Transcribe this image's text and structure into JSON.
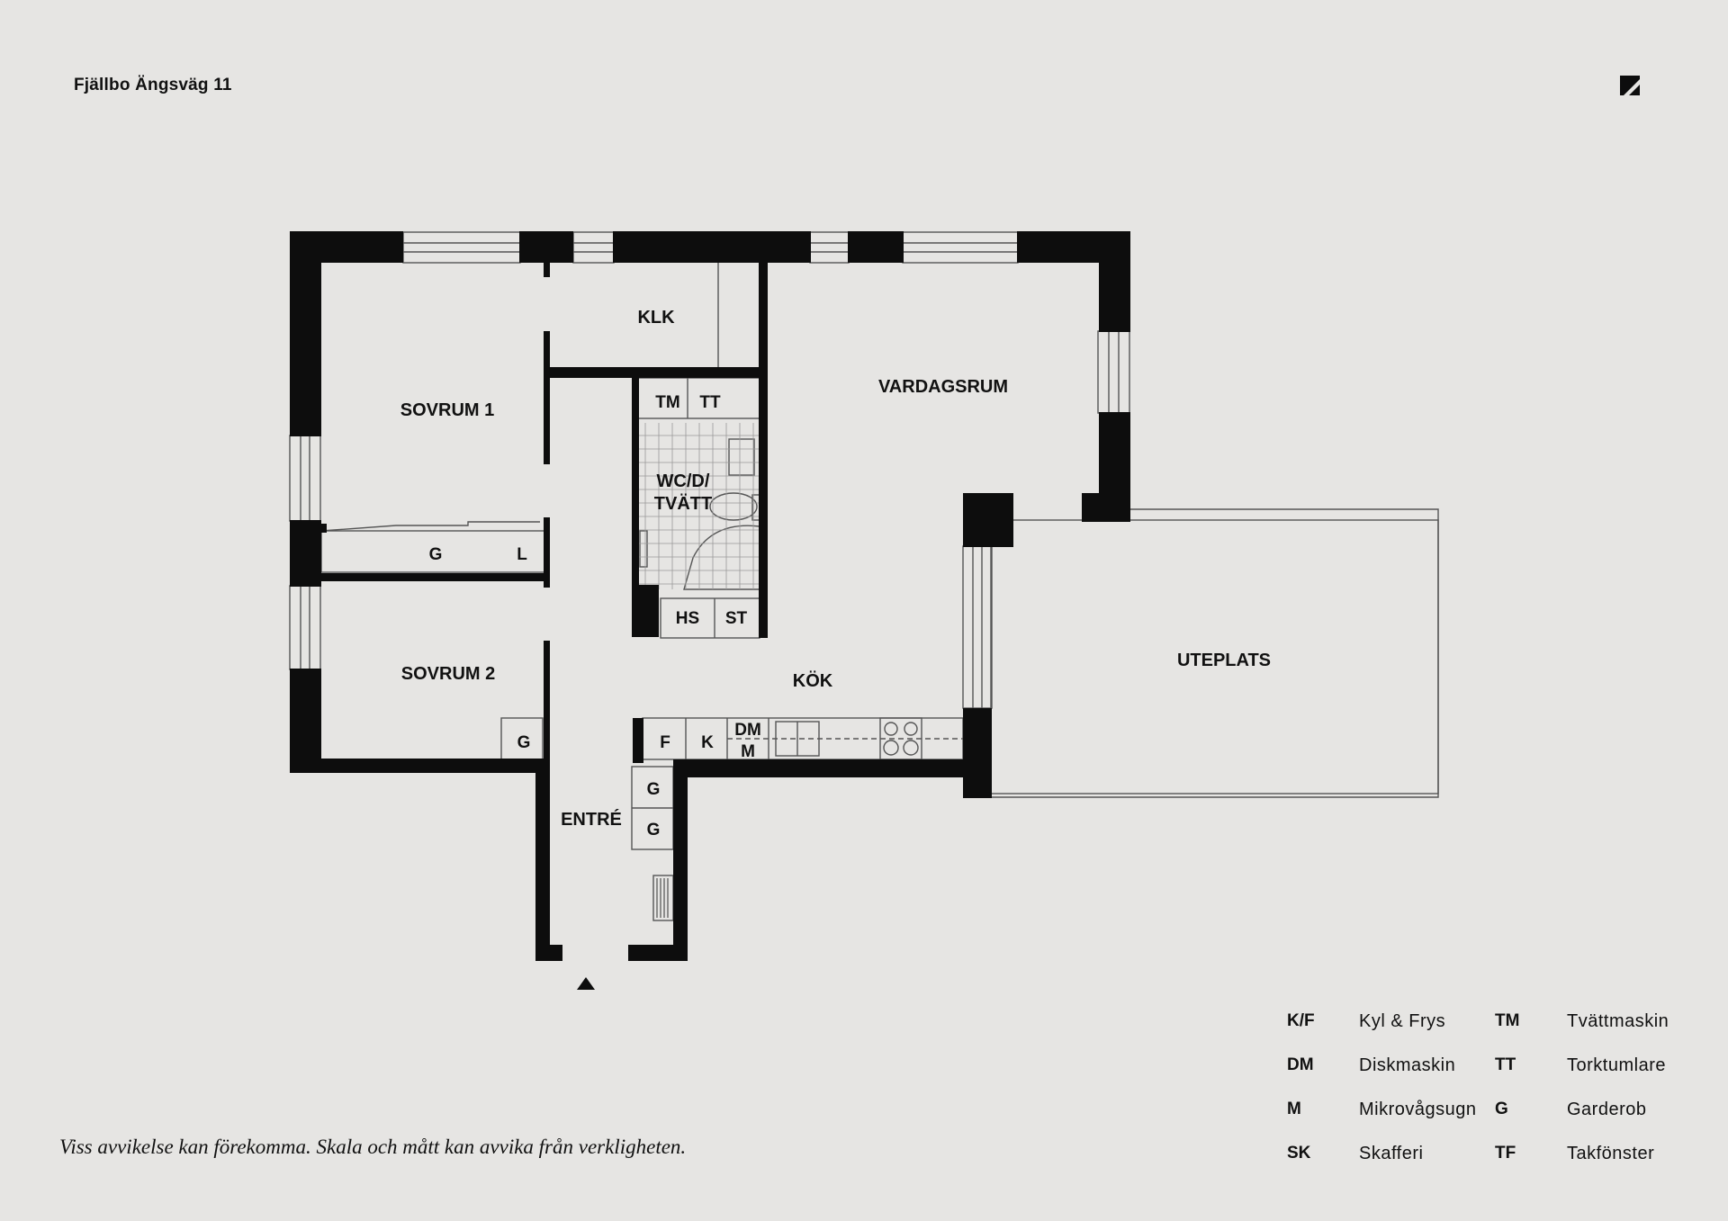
{
  "header": {
    "address": "Fjällbo Ängsväg 11"
  },
  "rooms": {
    "sovrum1": "SOVRUM 1",
    "sovrum2": "SOVRUM 2",
    "klk": "KLK",
    "wc_line1": "WC/D/",
    "wc_line2": "TVÄTT",
    "vardagsrum": "VARDAGSRUM",
    "kok": "KÖK",
    "entre": "ENTRÉ",
    "uteplats": "UTEPLATS"
  },
  "fixtures": {
    "tm": "TM",
    "tt": "TT",
    "hs": "HS",
    "st": "ST",
    "g": "G",
    "l": "L",
    "f": "F",
    "k": "K",
    "dm": "DM",
    "m": "M"
  },
  "legend": [
    {
      "abbr": "K/F",
      "name": "Kyl & Frys"
    },
    {
      "abbr": "DM",
      "name": "Diskmaskin"
    },
    {
      "abbr": "M",
      "name": "Mikrovågsugn"
    },
    {
      "abbr": "SK",
      "name": "Skafferi"
    },
    {
      "abbr": "TM",
      "name": "Tvättmaskin"
    },
    {
      "abbr": "TT",
      "name": "Torktumlare"
    },
    {
      "abbr": "G",
      "name": "Garderob"
    },
    {
      "abbr": "TF",
      "name": "Takfönster"
    }
  ],
  "disclaimer": "Viss avvikelse kan förekomma. Skala och mått kan avvika från verkligheten.",
  "colors": {
    "background": "#e6e5e3",
    "wall": "#0d0d0d",
    "line": "#555555"
  },
  "icons": {
    "logo": "brand-logo-icon",
    "entry": "entrance-arrow-icon"
  }
}
